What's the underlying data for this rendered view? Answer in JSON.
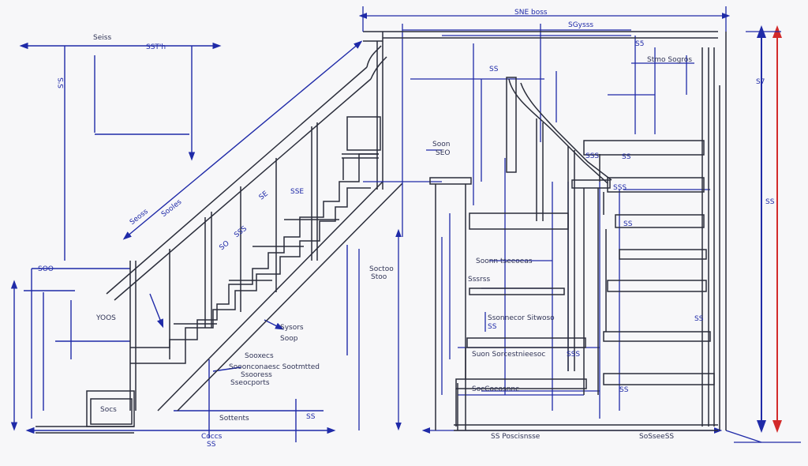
{
  "colors": {
    "background": "#f7f7f9",
    "ink": "#2a2d3a",
    "dimension_blue": "#1f2aa8",
    "dimension_red": "#d22a2a"
  },
  "labels": {
    "top_center": "SNE boss",
    "top_right_a": "SGysss",
    "left_top": "Seiss",
    "left_top_span": "SST'h",
    "left_side_v": "S'S",
    "stair_a": "Seoss",
    "stair_b": "Sooles",
    "stair_c": "SSE",
    "stair_d": "SE",
    "stair_e": "SO",
    "stair_f": "SSS",
    "left_small": "SOO",
    "left_mid": "YOOS",
    "bottom_left": "Socs",
    "bottom_gap": "Coccs",
    "bottom_gap_sub": "SS",
    "bottom_mid": "Sottents",
    "bottom_right_dim": "SS",
    "callout_1": "Sysors",
    "callout_1b": "Soop",
    "callout_2": "Sooxecs",
    "callout_3": "Sooonconaesc Sootmtted",
    "callout_3b": "Ssooress",
    "callout_3c": "Sseocports",
    "right_top_a": "S5",
    "right_top_b": "SS",
    "right_tags": "Stmo Sogros",
    "right_mid_1": "Soon",
    "right_mid_2": "SEO",
    "right_label_1": "Soonn tseeoeas",
    "right_label_2": "Sssrss",
    "right_label_3": "Ssonnecor Sitwoso",
    "right_label_4": "SS",
    "right_label_5": "Suon Sorcestnieesoc",
    "right_label_6": "SSS",
    "right_label_7": "SocCoeosnnc",
    "right_label_8": "SS",
    "right_small_1": "SSS",
    "right_small_2": "SSS",
    "right_small_3": "SS",
    "right_small_4": "SS",
    "right_small_5": "SS",
    "mid_vert_1": "Soctoo",
    "mid_vert_2": "Stoo",
    "bottom_center": "SS Poscisnsse",
    "bottom_right": "SoSseeSS",
    "right_edge": "S7",
    "right_edge_2": "SS"
  }
}
